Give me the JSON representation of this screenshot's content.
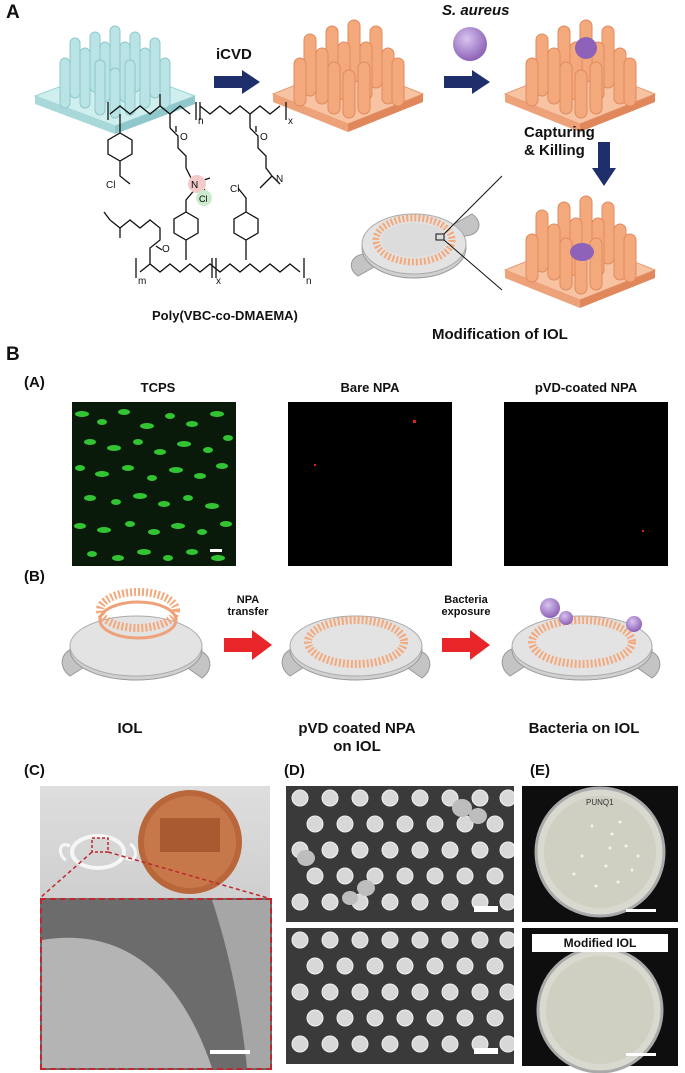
{
  "panelA": {
    "label": "A",
    "step_icvd": "iCVD",
    "organism": "S. aureus",
    "step_capture": "Capturing\n& Killing",
    "polymer_name": "Poly(VBC-co-DMAEMA)",
    "modification": "Modification of IOL",
    "chem": {
      "n": "n",
      "x": "x",
      "m": "m",
      "cl": "Cl",
      "nplus": "N",
      "clminus": "Cl",
      "o": "O",
      "nitrogen": "N"
    }
  },
  "panelB": {
    "label": "B",
    "subA": {
      "label": "(A)",
      "titles": [
        "TCPS",
        "Bare NPA",
        "pVD-coated NPA"
      ]
    },
    "subB": {
      "label": "(B)",
      "arrow1": "NPA\ntransfer",
      "arrow2": "Bacteria\nexposure",
      "captions": [
        "IOL",
        "pVD coated NPA\non IOL",
        "Bacteria on IOL"
      ]
    },
    "subC": {
      "label": "(C)"
    },
    "subD": {
      "label": "(D)"
    },
    "subE": {
      "label": "(E)",
      "plate_text": "PUNQ1",
      "modified_label": "Modified IOL"
    }
  },
  "colors": {
    "pillar_orange": "#f4a97c",
    "glass": "#b9e3e4",
    "arrow_navy": "#1f2f6b",
    "arrow_red": "#e8262a",
    "bacteria": "#8d62b8",
    "fluo_green": "#33c433",
    "sem_zoom_border": "#c0272d"
  }
}
